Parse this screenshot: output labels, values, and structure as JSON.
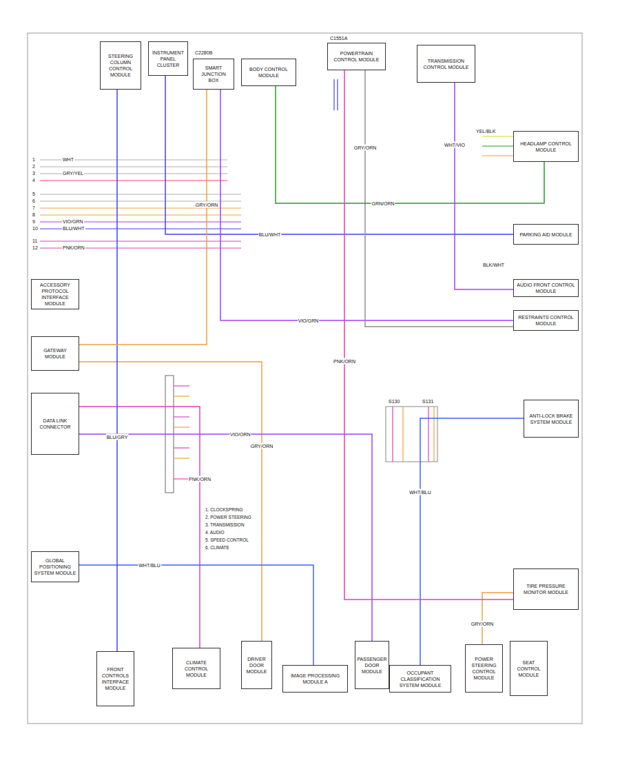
{
  "diagram": {
    "nodes": [
      {
        "text": [
          "STEERING COLUMN CONTROL MODULE"
        ]
      },
      {
        "text": [
          "INSTRUMENT PANEL CLUSTER"
        ]
      },
      {
        "text": [
          "SMART JUNCTION BOX"
        ]
      },
      {
        "text": [
          "BODY CONTROL MODULE"
        ]
      },
      {
        "text": [
          "POWERTRAIN CONTROL MODULE"
        ]
      },
      {
        "text": [
          "TRANSMISSION CONTROL MODULE"
        ]
      },
      {
        "text": [
          "HEADLAMP CONTROL MODULE"
        ]
      },
      {
        "text": [
          "PARKING AID MODULE"
        ]
      },
      {
        "text": [
          "AUDIO FRONT CONTROL MODULE"
        ]
      },
      {
        "text": [
          "RESTRAINTS CONTROL MODULE"
        ]
      },
      {
        "text": [
          "ANTI-LOCK BRAKE SYSTEM MODULE"
        ]
      },
      {
        "text": [
          "ACCESSORY PROTOCOL INTERFACE MODULE"
        ]
      },
      {
        "text": [
          "GATEWAY MODULE"
        ]
      },
      {
        "text": [
          "DATA LINK CONNECTOR"
        ]
      },
      {
        "text": [
          "GLOBAL POSITIONING SYSTEM MODULE"
        ]
      },
      {
        "text": [
          "FRONT CONTROLS INTERFACE MODULE"
        ]
      },
      {
        "text": [
          "CLIMATE CONTROL MODULE"
        ]
      },
      {
        "text": [
          "DRIVER DOOR MODULE"
        ]
      },
      {
        "text": [
          "IMAGE PROCESSING MODULE A"
        ]
      },
      {
        "text": [
          "PASSENGER DOOR MODULE"
        ]
      },
      {
        "text": [
          "OCCUPANT CLASSIFICATION SYSTEM MODULE"
        ]
      },
      {
        "text": [
          "POWER STEERING CONTROL MODULE"
        ]
      },
      {
        "text": [
          "SEAT CONTROL MODULE"
        ]
      },
      {
        "text": [
          "TIRE PRESSURE MONITOR MODULE"
        ]
      }
    ],
    "edges": [
      {
        "from": 1,
        "to": 7,
        "arrow": "none",
        "label": "BLU/WHT"
      },
      {
        "from": 2,
        "to": 9,
        "arrow": "none",
        "label": "VIO/GRN"
      },
      {
        "from": 4,
        "to": 9,
        "arrow": "none",
        "label": "GRY/ORN"
      },
      {
        "from": 3,
        "to": 6,
        "arrow": "none",
        "label": "GRN/ORN"
      },
      {
        "from": 5,
        "to": 8,
        "arrow": "none",
        "label": "WHT/VIO"
      },
      {
        "from": 13,
        "to": 16,
        "arrow": "none",
        "label": "PNK/ORN"
      },
      {
        "from": 12,
        "to": 17,
        "arrow": "none",
        "label": "GRY/ORN"
      },
      {
        "from": 13,
        "to": 19,
        "arrow": "none",
        "label": "VIO/ORN"
      },
      {
        "from": 14,
        "to": 18,
        "arrow": "none",
        "label": "WHT/BLU"
      },
      {
        "from": 23,
        "to": 21,
        "arrow": "none",
        "label": "GRY/ORN"
      },
      {
        "from": 10,
        "to": 20,
        "arrow": "none",
        "label": "WHT/BLU"
      },
      {
        "from": 0,
        "to": 15,
        "arrow": "none",
        "label": "BLU/GRY"
      },
      {
        "from": 2,
        "to": 12,
        "arrow": "none",
        "label": "GRY/ORN"
      },
      {
        "from": 4,
        "to": 23,
        "arrow": "none",
        "label": "PNK/ORN"
      }
    ],
    "labels": [
      "1",
      "2",
      "3",
      "4",
      "5",
      "6",
      "7",
      "8",
      "9",
      "10",
      "11",
      "12",
      "WHT",
      "GRY/YEL",
      "VIO/GRN",
      "BLU/WHT",
      "PNK/ORN",
      "C2280B",
      "C1551A",
      "1. CLOCKSPRING",
      "2. POWER STEERING",
      "3. TRANSMISSION",
      "4. AUDIO",
      "5. SPEED CONTROL",
      "6. CLIMATE",
      "S130",
      "S131",
      "YEL/BLK",
      "BLK/WHT"
    ]
  }
}
